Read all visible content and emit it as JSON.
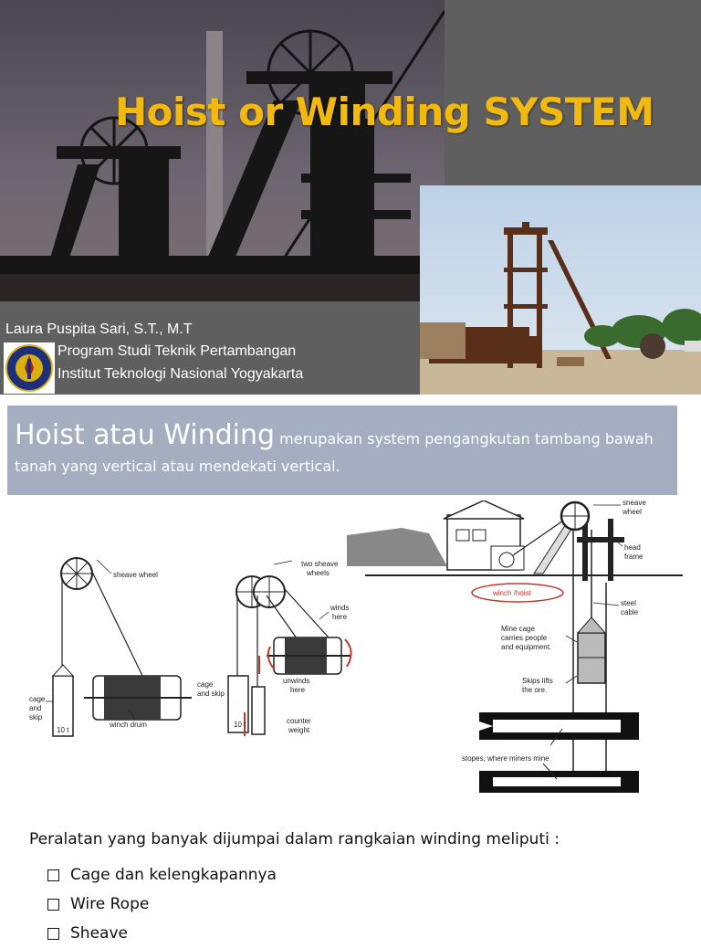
{
  "banner": {
    "title": "Hoist or Winding SYSTEM",
    "author": "Laura Puspita Sari, S.T., M.T",
    "program": "Program Studi Teknik Pertambangan",
    "institute": "Institut Teknologi Nasional Yogyakarta",
    "colors": {
      "title": "#f2b90f",
      "banner_bg": "#5f5f5f"
    }
  },
  "definition": {
    "term": "Hoist atau Winding",
    "text": "merupakan system pengangkutan tambang bawah tanah yang vertical atau mendekati vertical."
  },
  "diagram": {
    "left": {
      "sheave_wheel": "sheave wheel",
      "cage_line1": "cage",
      "cage_line2": "and",
      "cage_line3": "skip",
      "load": "10 t",
      "winch_drum": "winch drum"
    },
    "middle": {
      "two_sheave_line1": "two sheave",
      "two_sheave_line2": "wheels",
      "winds_line1": "winds",
      "winds_line2": "here",
      "cage_line1": "cage",
      "cage_line2": "and skip",
      "load": "10 t",
      "unwinds_line1": "unwinds",
      "unwinds_line2": "here",
      "counter_line1": "counter",
      "counter_line2": "weight"
    },
    "right": {
      "sheave_line1": "sheave",
      "sheave_line2": "wheel",
      "head_line1": "head",
      "head_line2": "frame",
      "winch_hoist": "winch /hoist",
      "steel_line1": "steel",
      "steel_line2": "cable",
      "cage_line1": "Mine cage",
      "cage_line2": "carries people",
      "cage_line3": "and equipment.",
      "skip_line1": "Skips lifts",
      "skip_line2": "the ore.",
      "stopes": "stopes, where miners mine"
    }
  },
  "list": {
    "intro": "Peralatan yang banyak dijumpai dalam rangkaian winding meliputi :",
    "items": [
      "Cage dan kelengkapannya",
      "Wire Rope",
      "Sheave"
    ]
  }
}
